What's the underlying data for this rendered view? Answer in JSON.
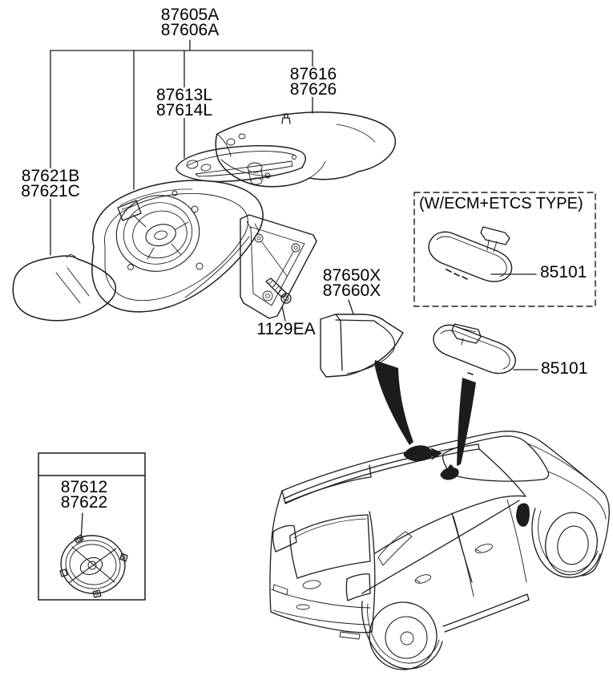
{
  "page": {
    "background": "#ffffff"
  },
  "diagram": {
    "colors": {
      "line": "#1c1c1c",
      "text": "#000000"
    },
    "callouts": {
      "mirror_assembly": {
        "line1": "87605A",
        "line2": "87606A"
      },
      "mirror_cap": {
        "line1": "87616",
        "line2": "87626"
      },
      "turn_signal_lamp": {
        "line1": "87613L",
        "line2": "87614L"
      },
      "mirror_glass": {
        "line1": "87621B",
        "line2": "87621C"
      },
      "quadrant_cover": {
        "line1": "87650X",
        "line2": "87660X"
      },
      "bolt": {
        "label": "1129EA"
      },
      "inside_mirror_ecm": {
        "label": "85101"
      },
      "inside_mirror": {
        "label": "85101"
      },
      "mirror_actuator": {
        "line1": "87612",
        "line2": "87622"
      }
    },
    "ecm_box": {
      "title": "(W/ECM+ETCS TYPE)"
    }
  }
}
